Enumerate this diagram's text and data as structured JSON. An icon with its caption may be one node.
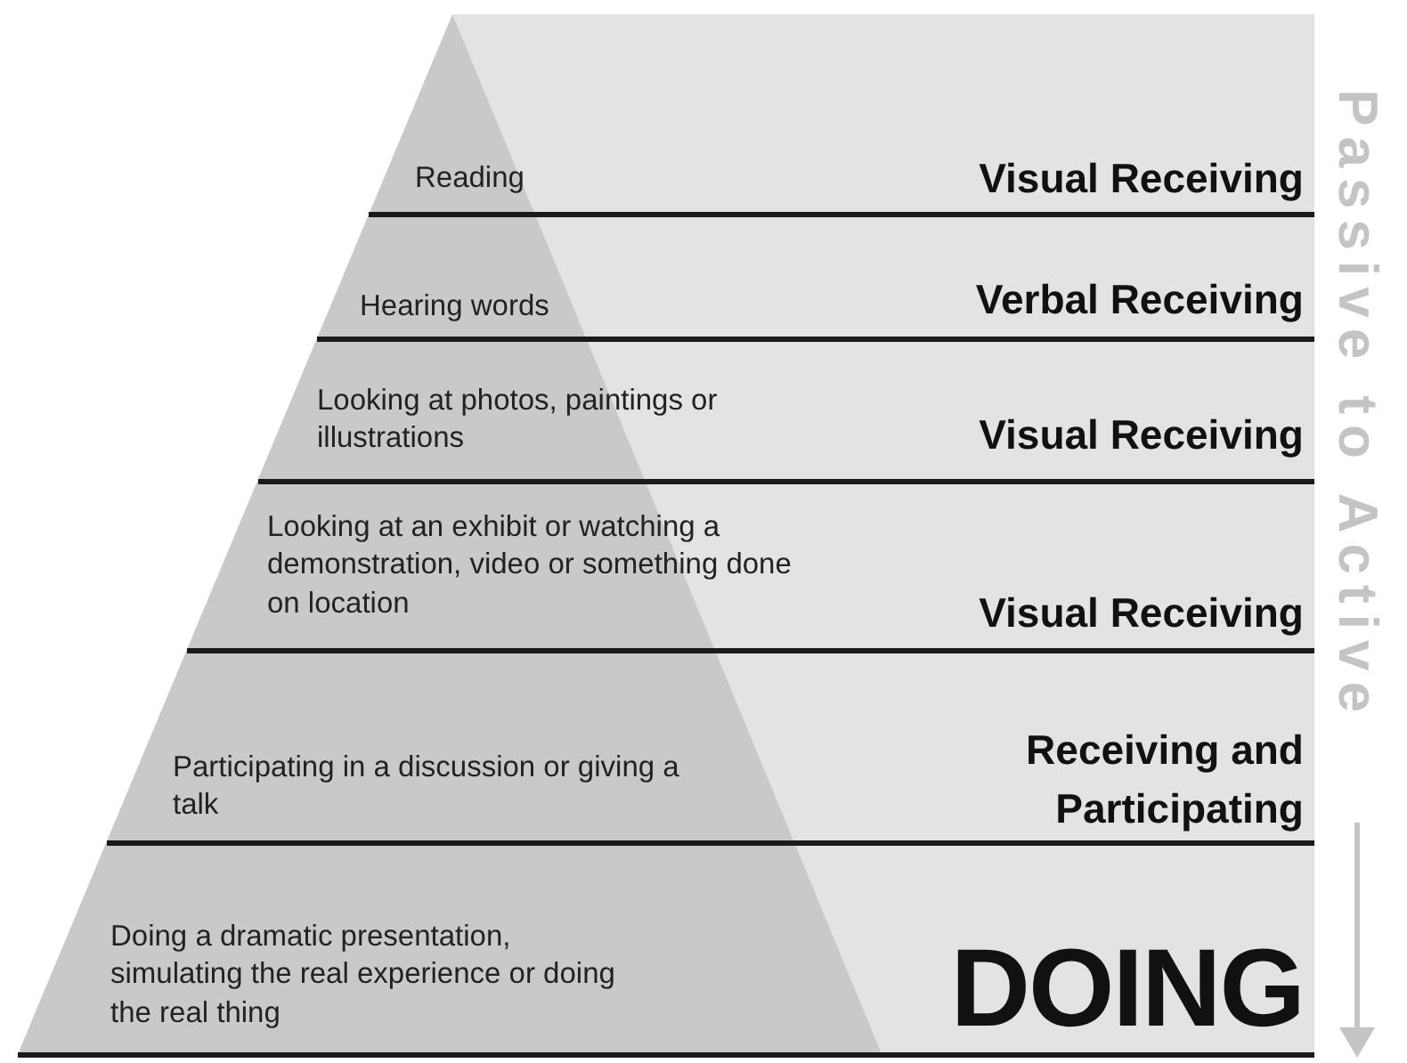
{
  "diagram": {
    "nodes": [
      {
        "text": [
          "Reading",
          "Visual Receiving"
        ]
      },
      {
        "text": [
          "Hearing words",
          "Verbal Receiving"
        ]
      },
      {
        "text": [
          "Looking at photos, paintings or illustrations",
          "Visual Receiving"
        ]
      },
      {
        "text": [
          "Looking at an exhibit or watching a demonstration, video or something done on location",
          "Visual Receiving"
        ]
      },
      {
        "text": [
          "Participating in a discussion or giving a talk",
          "Receiving and Participating"
        ]
      },
      {
        "text": [
          "Doing a dramatic presentation, simulating the real experience or doing the real thing",
          "DOING"
        ]
      }
    ],
    "labels": [
      "Passive to Active"
    ]
  }
}
